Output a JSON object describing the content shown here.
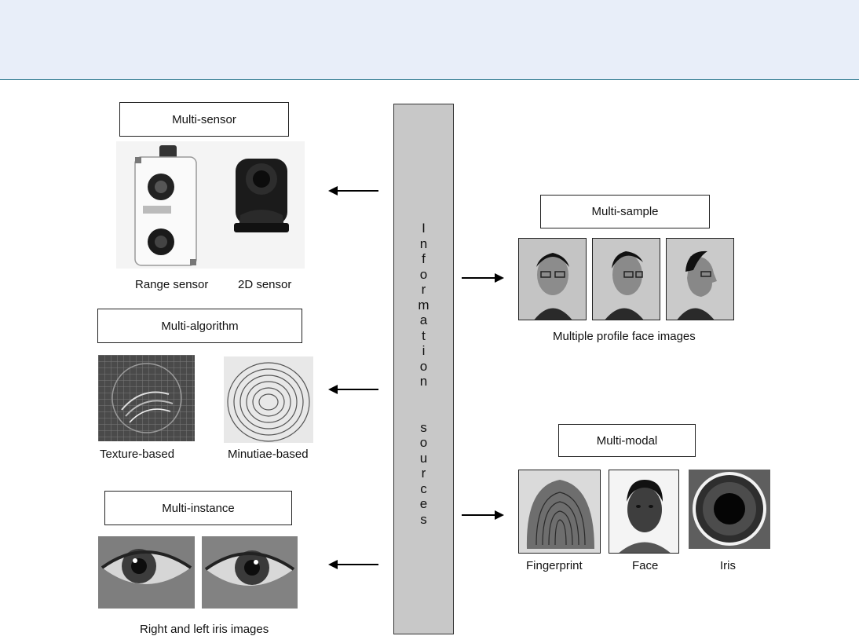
{
  "info_bar": {
    "letters": [
      "I",
      "n",
      "f",
      "o",
      "r",
      "m",
      "a",
      "t",
      "i",
      "o",
      "n",
      "",
      "",
      "s",
      "o",
      "u",
      "r",
      "c",
      "e",
      "s"
    ]
  },
  "multi_sensor": {
    "label": "Multi-sensor",
    "caption_left": "Range sensor",
    "caption_right": "2D sensor"
  },
  "multi_algorithm": {
    "label": "Multi-algorithm",
    "caption_left": "Texture-based",
    "caption_right": "Minutiae-based"
  },
  "multi_instance": {
    "label": "Multi-instance",
    "caption": "Right and left iris images"
  },
  "multi_sample": {
    "label": "Multi-sample",
    "caption": "Multiple profile face images"
  },
  "multi_modal": {
    "label": "Multi-modal",
    "captions": [
      "Fingerprint",
      "Face",
      "Iris"
    ]
  }
}
